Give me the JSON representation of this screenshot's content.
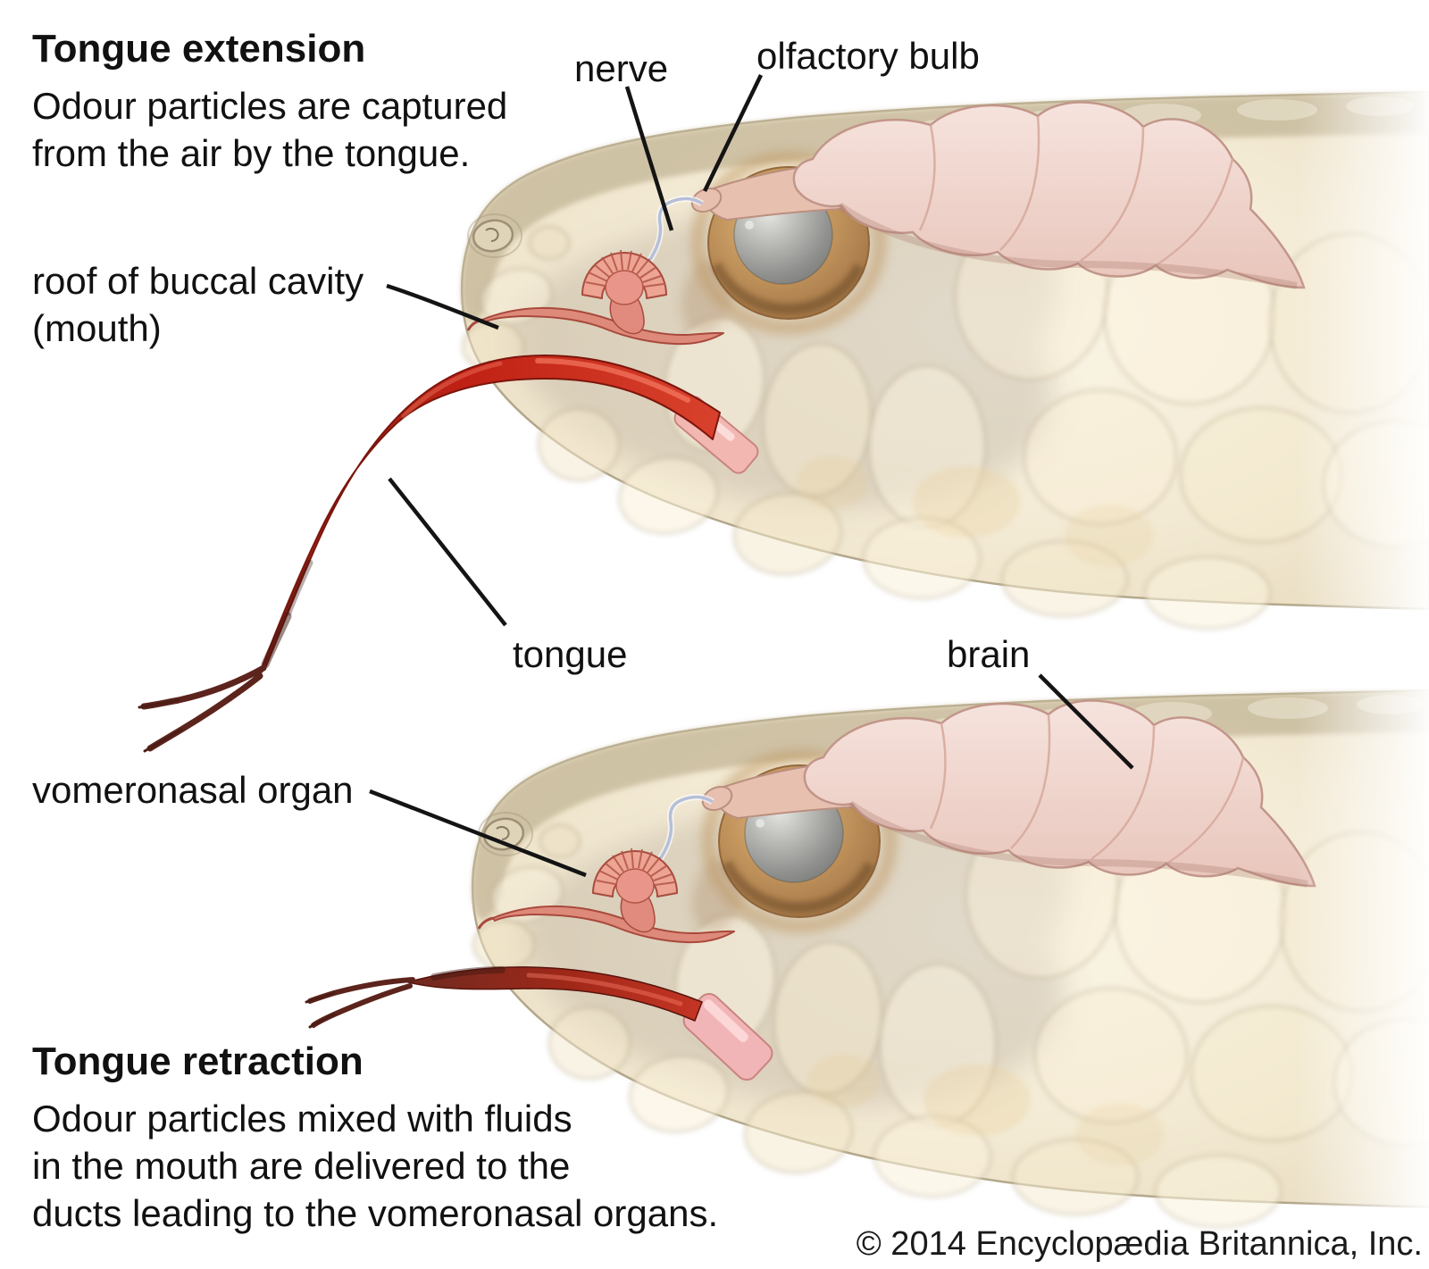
{
  "sections": {
    "extension": {
      "heading": "Tongue extension",
      "body_line1": "Odour particles are captured",
      "body_line2": "from the air by the tongue."
    },
    "retraction": {
      "heading": "Tongue retraction",
      "body_line1": "Odour particles mixed with fluids",
      "body_line2": "in the mouth are delivered to the",
      "body_line3": "ducts leading to the vomeronasal organs."
    }
  },
  "labels": {
    "nerve": "nerve",
    "olfactory_bulb": "olfactory bulb",
    "roof_line1": "roof of buccal cavity",
    "roof_line2": "(mouth)",
    "tongue": "tongue",
    "brain": "brain",
    "vomeronasal_organ": "vomeronasal organ"
  },
  "credit": "© 2014 Encyclopædia Britannica, Inc.",
  "colors": {
    "background": "#ffffff",
    "text": "#111111",
    "leader_line": "#141414",
    "head_cream": "#f3ead4",
    "head_band_tan": "#c9bc9e",
    "brain_pink": "#f0d7d0",
    "olfactory_stalk": "#e7c0b0",
    "nerve_blue": "#b5bfd8",
    "vno_salmon": "#eda493",
    "mouth_roof": "#de8a7b",
    "tongue_red": "#c02114",
    "tongue_dark_tip": "#5c241c",
    "sheath_pink": "#f3b7b2",
    "eye_iris_brown": "#c3945a",
    "eye_pupil_gray": "#9c9c98"
  }
}
